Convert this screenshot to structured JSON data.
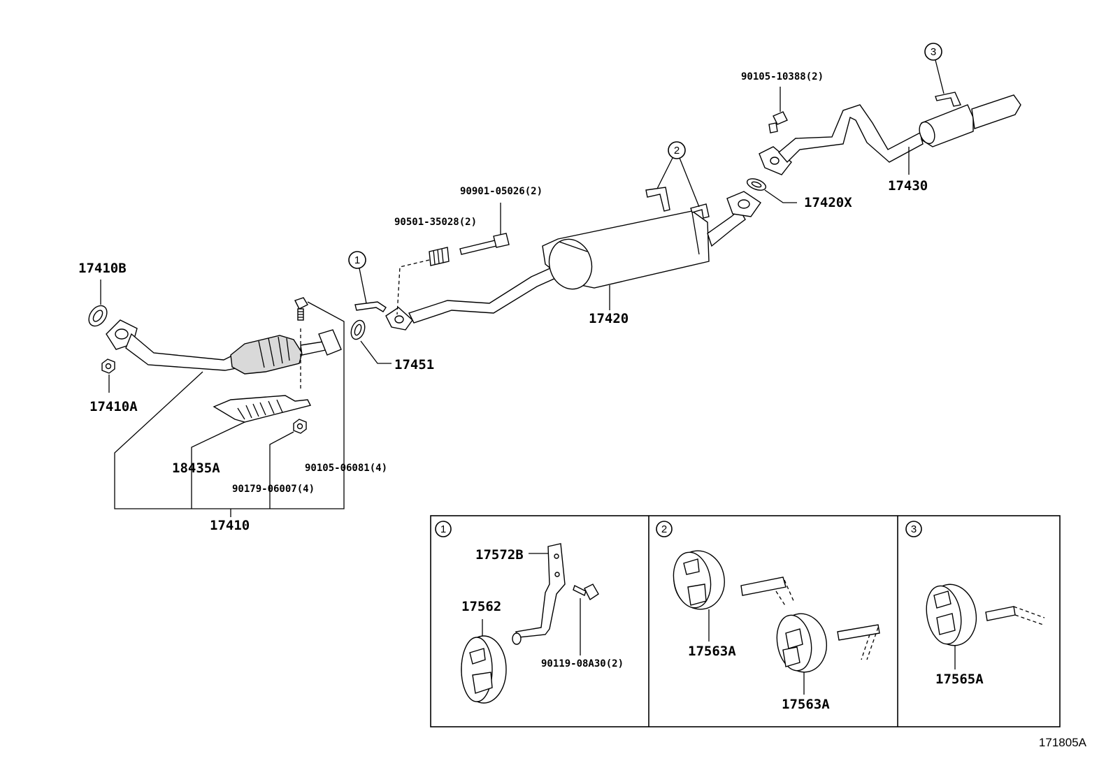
{
  "labels": {
    "l17410B": "17410B",
    "l17410A": "17410A",
    "l18435A": "18435A",
    "l90105_06081": "90105-06081(4)",
    "l90179_06007": "90179-06007(4)",
    "l17410": "17410",
    "l17451": "17451",
    "l90501_35028": "90501-35028(2)",
    "l90901_05026": "90901-05026(2)",
    "l17420": "17420",
    "l17420X": "17420X",
    "l90105_10388": "90105-10388(2)",
    "l17430": "17430",
    "l17572B": "17572B",
    "l17562": "17562",
    "l90119_08A30": "90119-08A30(2)",
    "l17563A_1": "17563A",
    "l17563A_2": "17563A",
    "l17565A": "17565A",
    "figure_code": "171805A"
  },
  "callouts": {
    "c1": "1",
    "c2": "2",
    "c3": "3",
    "inset1": "1",
    "inset2": "2",
    "inset3": "3"
  }
}
